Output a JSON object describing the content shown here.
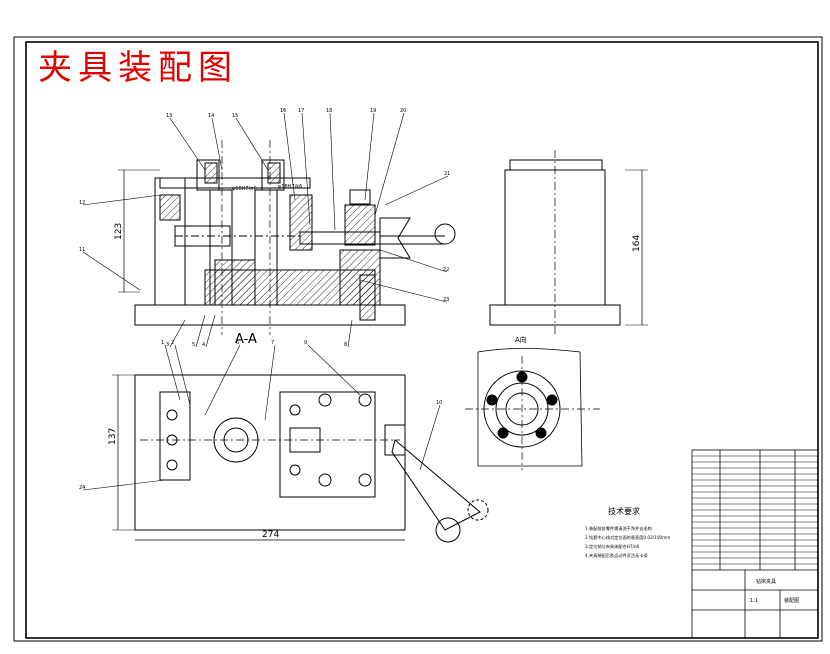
{
  "title": "夹具装配图",
  "section_label": "A-A",
  "view_mark": "A向",
  "dims": {
    "front_height": "123",
    "side_height": "164",
    "plan_width": "274",
    "plan_depth": "137"
  },
  "tech_req": {
    "heading": "技术要求",
    "items": [
      "1.装配前各零件需清洗干净并去毛刺",
      "2.钻套中心线对定位面的垂直度0.02/100mm",
      "3.定位销与夹具体配合H7/n6",
      "4.夹具装配后各运动件灵活无卡滞"
    ]
  },
  "fits": [
    "φ10H7/n6",
    "φ18H7/k6"
  ],
  "balloons_front": [
    "13",
    "14",
    "15",
    "16",
    "17",
    "18",
    "19",
    "20",
    "21",
    "12",
    "11",
    "22",
    "23",
    "8",
    "4",
    "5",
    "3"
  ],
  "balloons_plan": [
    "1",
    "2",
    "6",
    "7",
    "9",
    "10",
    "24"
  ],
  "title_block": {
    "name": "钻床夹具",
    "drawing_no": "装配图",
    "scale": "1:1"
  },
  "colors": {
    "title": "#e00000",
    "line": "#000000",
    "hatch": "#000000"
  }
}
